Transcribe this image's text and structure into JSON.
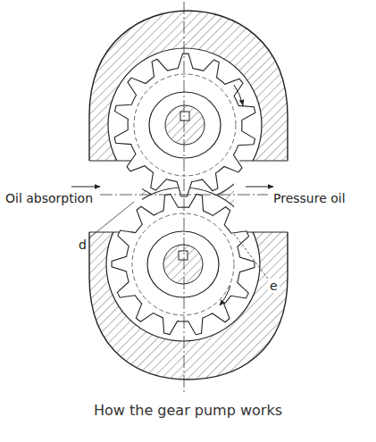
{
  "diagram": {
    "caption": "How the gear pump works",
    "labels": [
      "Oil absorption",
      "Pressure oil",
      "d",
      "e"
    ]
  }
}
